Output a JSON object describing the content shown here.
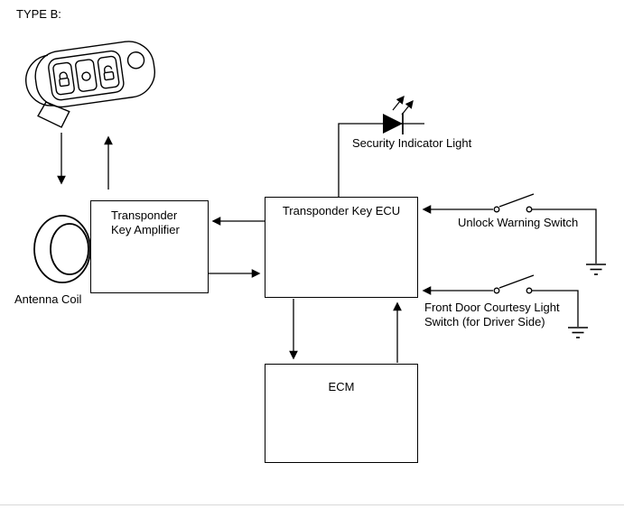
{
  "title": "TYPE B:",
  "boxes": {
    "amplifier": {
      "line1": "Transponder",
      "line2": "Key Amplifier"
    },
    "ecu": {
      "label": "Transponder Key ECU"
    },
    "ecm": {
      "label": "ECM"
    }
  },
  "labels": {
    "antenna_coil": "Antenna Coil",
    "security_indicator_light": "Security Indicator Light",
    "unlock_warning_switch": "Unlock Warning Switch",
    "front_door_courtesy_light": {
      "line1": "Front Door Courtesy Light",
      "line2": "Switch (for Driver Side)"
    }
  },
  "icons": {
    "remote_key": "remote-key-icon",
    "antenna_coil": "antenna-coil-icon",
    "security_led": "led-indicator-icon",
    "unlock_switch": "open-switch-icon",
    "courtesy_switch": "open-switch-icon",
    "ground": "ground-icon"
  },
  "colors": {
    "line": "#000000",
    "background": "#ffffff",
    "box_fill": "#ffffff"
  }
}
